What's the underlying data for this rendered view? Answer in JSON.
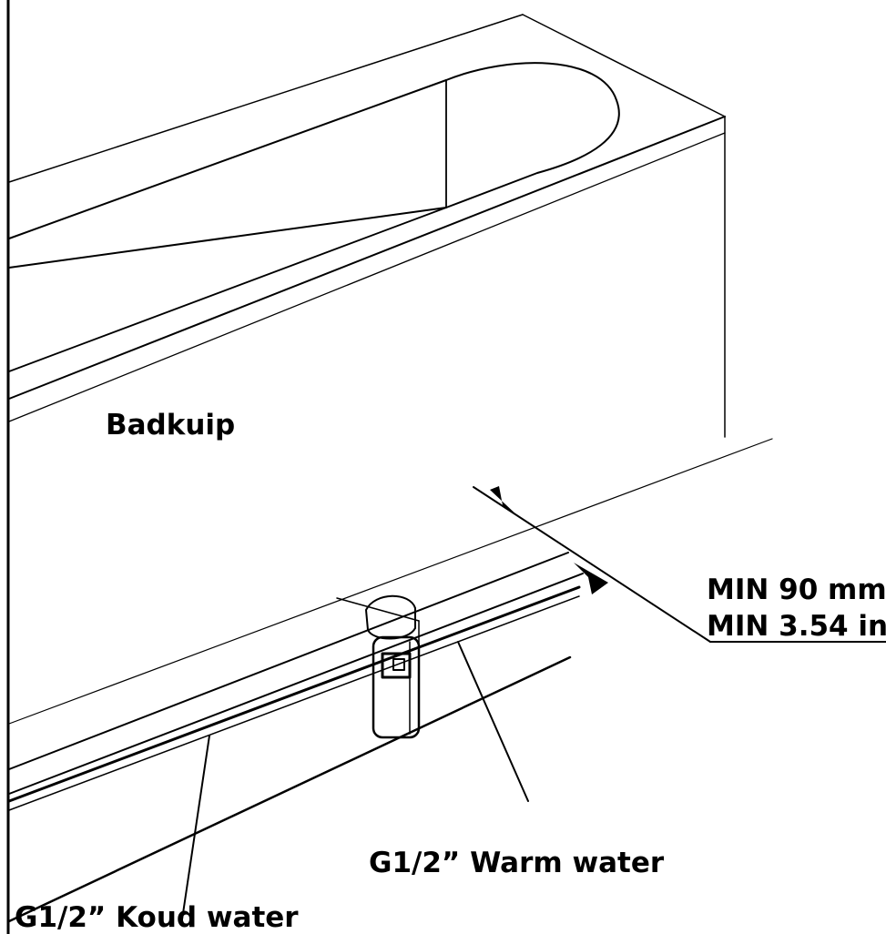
{
  "diagram": {
    "labels": {
      "bathtub": "Badkuip",
      "min_mm": "MIN 90 mm",
      "min_in": "MIN 3.54 in",
      "warm": "G1/2” Warm water",
      "cold": "G1/2” Koud water"
    },
    "colors": {
      "line": "#000000",
      "background": "#ffffff"
    }
  }
}
